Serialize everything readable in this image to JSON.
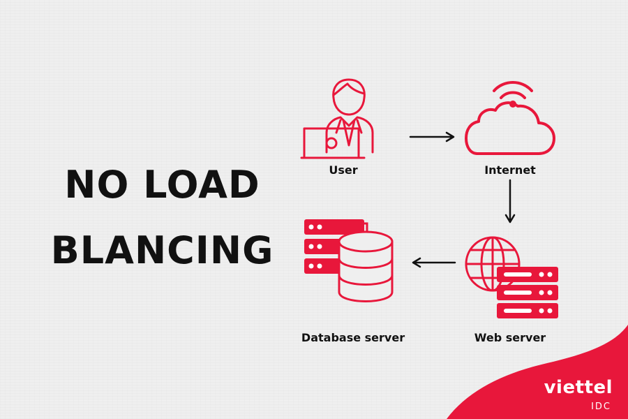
{
  "title": {
    "line1": "NO LOAD",
    "line2": "BLANCING"
  },
  "nodes": [
    {
      "id": "user",
      "label": "User",
      "icon": "user-laptop-icon"
    },
    {
      "id": "internet",
      "label": "Internet",
      "icon": "cloud-wifi-icon"
    },
    {
      "id": "web",
      "label": "Web server",
      "icon": "globe-server-icon"
    },
    {
      "id": "db",
      "label": "Database server",
      "icon": "database-server-icon"
    }
  ],
  "edges": [
    {
      "from": "user",
      "to": "internet"
    },
    {
      "from": "internet",
      "to": "web"
    },
    {
      "from": "web",
      "to": "db"
    }
  ],
  "brand": {
    "name": "viettel",
    "sub": "IDC"
  },
  "colors": {
    "accent": "#e8173b",
    "text": "#111111",
    "background": "#efefef"
  }
}
